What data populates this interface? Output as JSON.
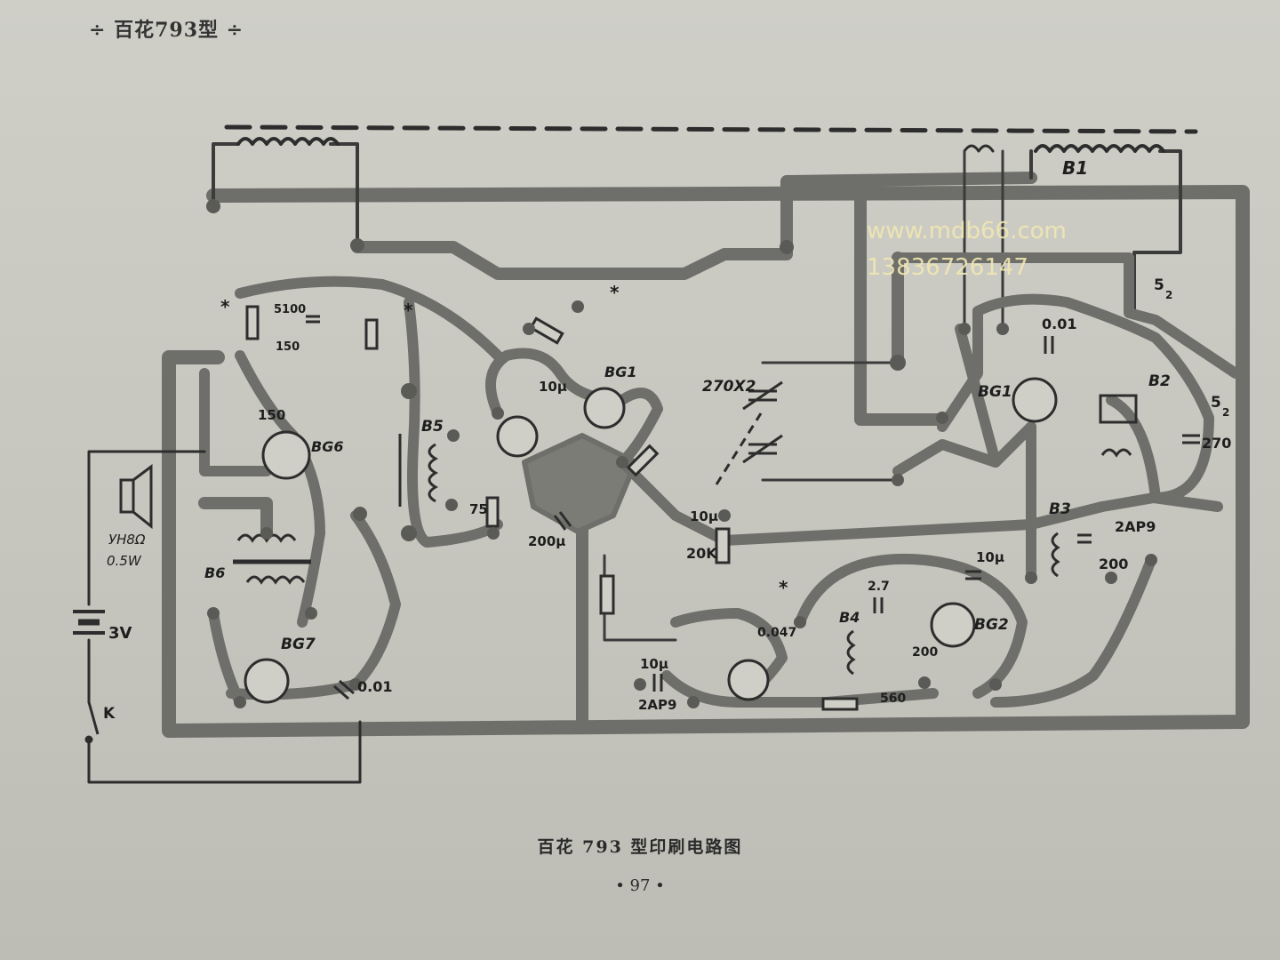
{
  "header": {
    "title": "÷ 百花793型 ÷"
  },
  "watermark": {
    "url": "www.mdb66.com",
    "phone": "13836726147"
  },
  "caption": "百花 793 型印刷电路图",
  "page_number": "• 97 •",
  "labels": {
    "b1": "B1",
    "b2": "B2",
    "b3": "B3",
    "b4": "B4",
    "b5": "B5",
    "b6": "B6",
    "bg1_right": "BG1",
    "bg1_mid": "BG1",
    "bg2": "BG2",
    "bg6": "BG6",
    "bg7": "BG7",
    "c_270x2": "270X2",
    "c_270_right": "270",
    "c_52_top": "5",
    "c_52_top_sub": "2",
    "c_52_mid": "5",
    "c_52_mid_sub": "2",
    "c_001_top": "0.01",
    "c_001_bottom": "0.01",
    "d_2ap9_right": "2AP9",
    "d_2ap9_left": "2AP9",
    "c_200_right": "200",
    "c_10u_right": "10μ",
    "c_10u_mid": "10μ",
    "c_10u_top": "10μ",
    "c_10u_bottom": "10μ",
    "r_20k": "20K",
    "c_200u": "200μ",
    "r_75": "75",
    "c_27": "2.7",
    "c_200_b4": "200",
    "r_560": "560",
    "c_0047": "0.047",
    "r_150_a": "150",
    "r_150_b": "150",
    "r_5100": "5100",
    "speaker": "УΗ8Ω",
    "speaker_power": "0.5W",
    "battery": "3V",
    "switch": "K",
    "star": "*"
  }
}
